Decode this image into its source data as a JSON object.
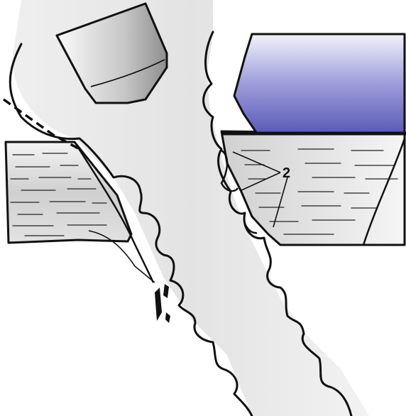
{
  "diagram": {
    "callouts": [
      {
        "label": "2"
      }
    ],
    "colors": {
      "outline": "#111111",
      "workpiece_fill": "#d8d8d8",
      "channel_fill": "#e6e6e6",
      "tool_top_fill": "#6c6cc4",
      "tool_left_fill": "#bdbdbd",
      "background": "#ffffff"
    },
    "elements": [
      "grinding-tool-left",
      "cutting-tool-right",
      "workpiece-block-left",
      "workpiece-block-right",
      "cut-channel",
      "wavy-chip-edges",
      "dashed-reference-line",
      "callout-leaders"
    ]
  }
}
